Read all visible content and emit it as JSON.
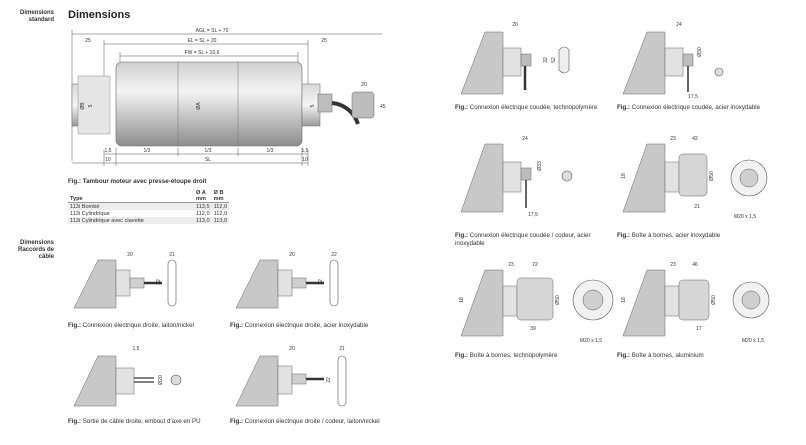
{
  "sidebar": {
    "standard": "Dimensions standard",
    "connections": "Dimensions Raccords de câble"
  },
  "page_title": "Dimensions",
  "main_drawing": {
    "dims": {
      "agl": "AGL = SL + 70",
      "el": "EL = SL + 20",
      "fw": "FW = SL + 10,6",
      "left_25": "25",
      "right_25": "25",
      "dia_b": "ØB",
      "dia_a": "ØA",
      "left_5": "5",
      "right_5": "5",
      "d15a": "1,5",
      "d13a": "1/3",
      "d13b": "1/3",
      "d13c": "1/3",
      "d15b": "1,5",
      "d10a": "10",
      "sl": "SL",
      "d10b": "10",
      "plug_20": "20",
      "plug_45": "45"
    },
    "caption": "Fig.: Tambour moteur avec presse-étoupe droit"
  },
  "spec_table": {
    "headers": [
      "Type",
      "Ø A\nmm",
      "Ø B\nmm"
    ],
    "rows": [
      [
        "113i Bombé",
        "113,5",
        "112,0"
      ],
      [
        "113i Cylindrique",
        "112,0",
        "112,0"
      ],
      [
        "113i Cylindrique avec clavette",
        "113,0",
        "113,0"
      ]
    ]
  },
  "figures": [
    {
      "caption_bold": "Fig.:",
      "caption": " Connexion électrique droite, laiton/nickel",
      "dims": [
        "20",
        "21",
        "22"
      ]
    },
    {
      "caption_bold": "Fig.:",
      "caption": " Connexion électrique droite, acier inoxydable",
      "dims": [
        "20",
        "22",
        "22"
      ]
    },
    {
      "caption_bold": "Fig.:",
      "caption": " Sortie de câble droite, embout d'axe en PU",
      "dims": [
        "1,5",
        "Ø20"
      ]
    },
    {
      "caption_bold": "Fig.:",
      "caption": " Connexion électrique droite / codeur, laiton/nickel",
      "dims": [
        "20",
        "21",
        "22"
      ]
    },
    {
      "caption_bold": "Fig.:",
      "caption": " Connexion électrique coudée, technopolymère",
      "dims": [
        "20",
        "32",
        "52"
      ]
    },
    {
      "caption_bold": "Fig.:",
      "caption": " Connexion électrique coudée, acier inoxydable",
      "dims": [
        "24",
        "Ø30",
        "17,5"
      ]
    },
    {
      "caption_bold": "Fig.:",
      "caption": " Connexion électrique coudée / codeur, acier inoxydable",
      "dims": [
        "24",
        "Ø33",
        "17,5"
      ]
    },
    {
      "caption_bold": "Fig.:",
      "caption": " Boîte à bornes, acier inoxydable",
      "dims": [
        "23",
        "42",
        "18",
        "Ø50",
        "21",
        "M20 x 1,5"
      ]
    },
    {
      "caption_bold": "Fig.:",
      "caption": " Boîte à bornes, technopolymère",
      "dims": [
        "23",
        "72",
        "18",
        "Ø50",
        "39",
        "M20 x 1,5"
      ]
    },
    {
      "caption_bold": "Fig.:",
      "caption": " Boîte à bornes, aluminium",
      "dims": [
        "23",
        "46",
        "18",
        "Ø50",
        "17",
        "M20 x 1,5"
      ]
    }
  ]
}
